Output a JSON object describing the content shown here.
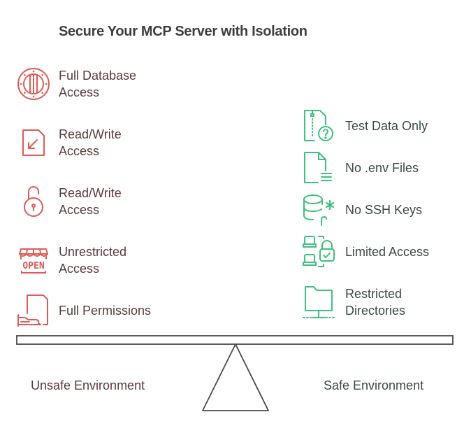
{
  "title": "Secure Your MCP Server with Isolation",
  "colors": {
    "unsafe_accent": "#e05a55",
    "safe_accent": "#3cc27e",
    "unsafe_text": "#5a3a3a",
    "safe_text": "#3a4a44",
    "title_text": "#3d3d3d",
    "scale_stroke": "#4a4a4a"
  },
  "unsafe": {
    "label": "Unsafe Environment",
    "items": [
      {
        "icon": "porthole-icon",
        "line1": "Full Database",
        "line2": "Access"
      },
      {
        "icon": "file-import-icon",
        "line1": "Read/Write",
        "line2": "Access"
      },
      {
        "icon": "unlocked-padlock-icon",
        "line1": "Read/Write",
        "line2": "Access"
      },
      {
        "icon": "open-sign-icon",
        "line1": "Unrestricted",
        "line2": "Access"
      },
      {
        "icon": "hand-document-icon",
        "line1": "Full Permissions",
        "line2": ""
      }
    ]
  },
  "safe": {
    "label": "Safe Environment",
    "items": [
      {
        "icon": "zip-file-question-icon",
        "line1": "Test Data Only",
        "line2": ""
      },
      {
        "icon": "document-lines-icon",
        "line1": "No .env Files",
        "line2": ""
      },
      {
        "icon": "database-key-icon",
        "line1": "No SSH Keys",
        "line2": ""
      },
      {
        "icon": "computers-lock-icon",
        "line1": "Limited Access",
        "line2": ""
      },
      {
        "icon": "network-folder-icon",
        "line1": "Restricted",
        "line2": "Directories"
      }
    ]
  }
}
